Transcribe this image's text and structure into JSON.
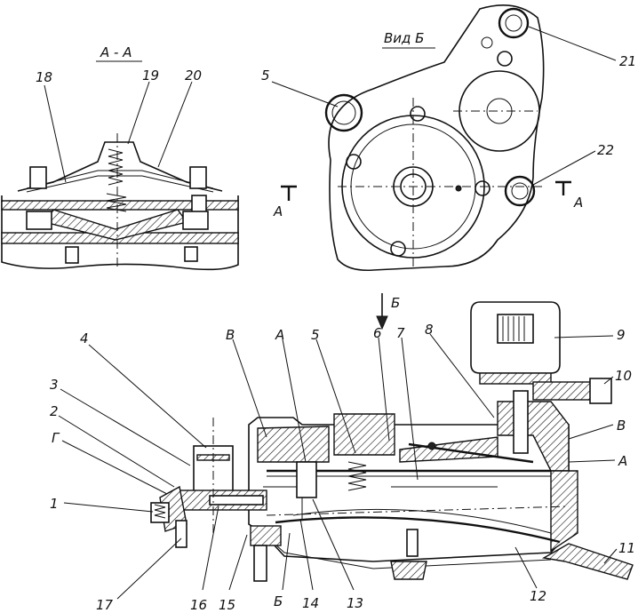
{
  "views": {
    "section_aa": "А - А",
    "view_b": "Вид Б"
  },
  "section_markers": {
    "left_a": "А",
    "right_a": "А",
    "arrow_b": "Б"
  },
  "callouts": {
    "n1": "1",
    "n2": "2",
    "n3": "3",
    "n4": "4",
    "n5_top": "5",
    "n5_main": "5",
    "n6": "6",
    "n7": "7",
    "n8": "8",
    "n9": "9",
    "n10": "10",
    "n11": "11",
    "n12": "12",
    "n13": "13",
    "n14": "14",
    "n15": "15",
    "n16": "16",
    "n17": "17",
    "n18": "18",
    "n19": "19",
    "n20": "20",
    "n21": "21",
    "n22": "22"
  },
  "cavity_letters": {
    "g": "Г",
    "v_left": "В",
    "a_left": "А",
    "b_bottom": "Б",
    "v_right": "В",
    "a_right": "А"
  }
}
